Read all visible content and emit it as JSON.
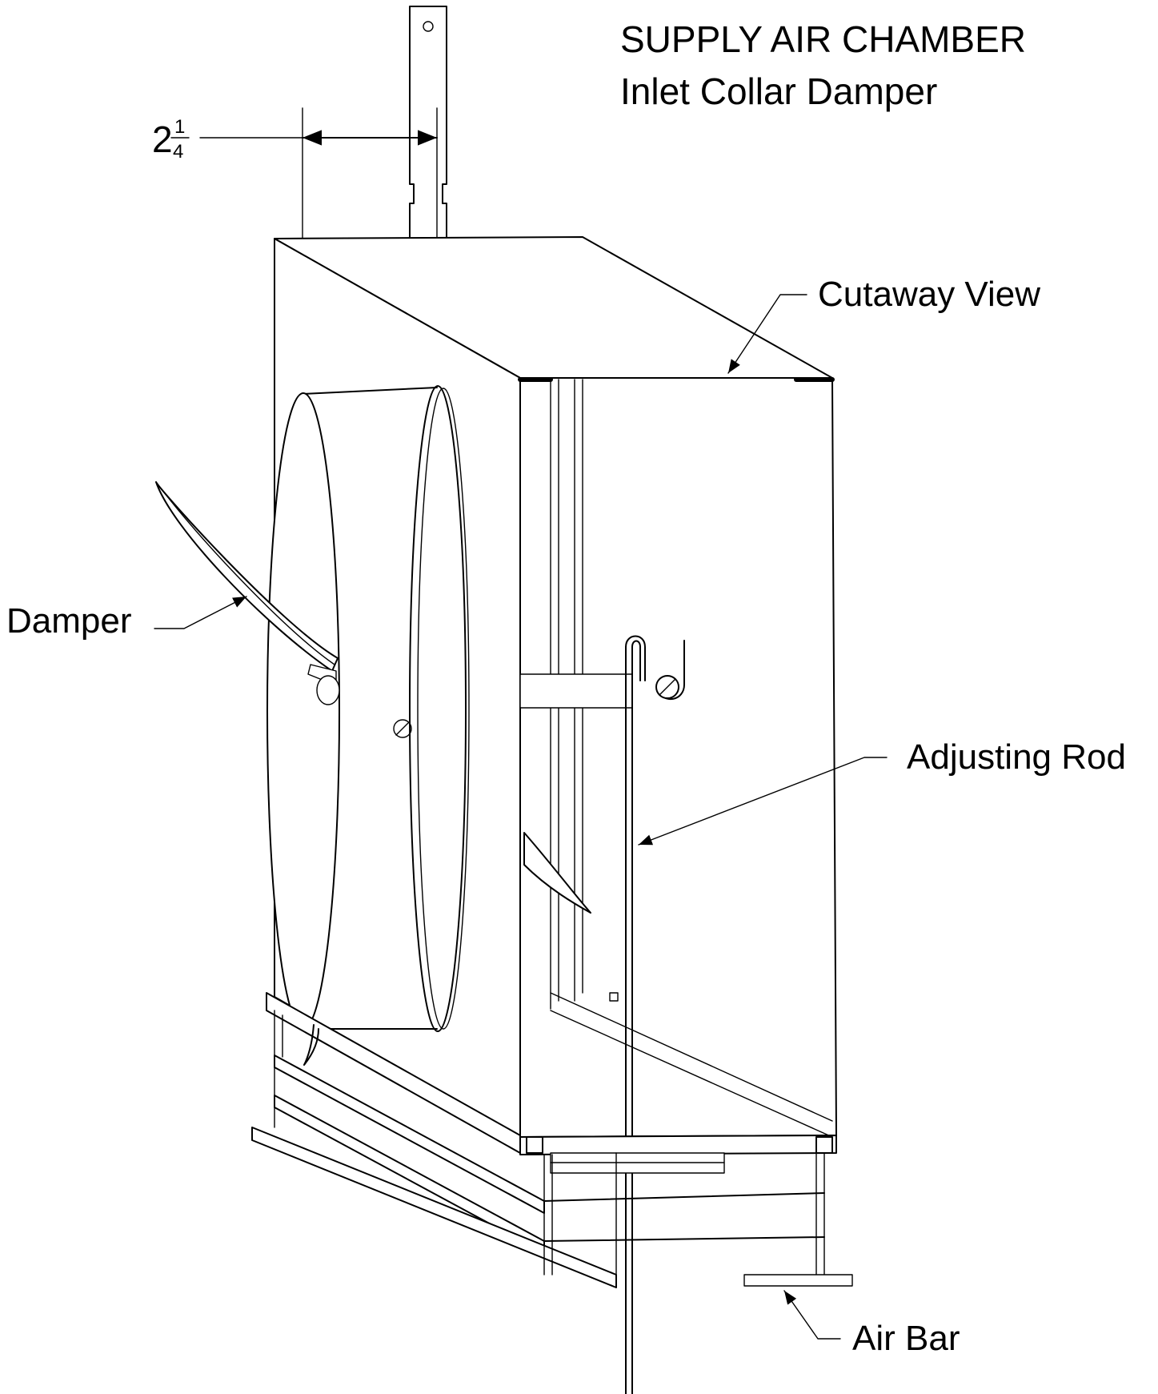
{
  "title": {
    "line1": "SUPPLY AIR CHAMBER",
    "line2": "Inlet Collar Damper"
  },
  "dimension": {
    "whole": "2",
    "numerator": "1",
    "denominator": "4"
  },
  "callouts": {
    "cutaway": "Cutaway View",
    "damper": "Damper",
    "adjusting_rod": "Adjusting Rod",
    "air_bar": "Air Bar"
  },
  "colors": {
    "line": "#000000",
    "background": "#ffffff"
  }
}
